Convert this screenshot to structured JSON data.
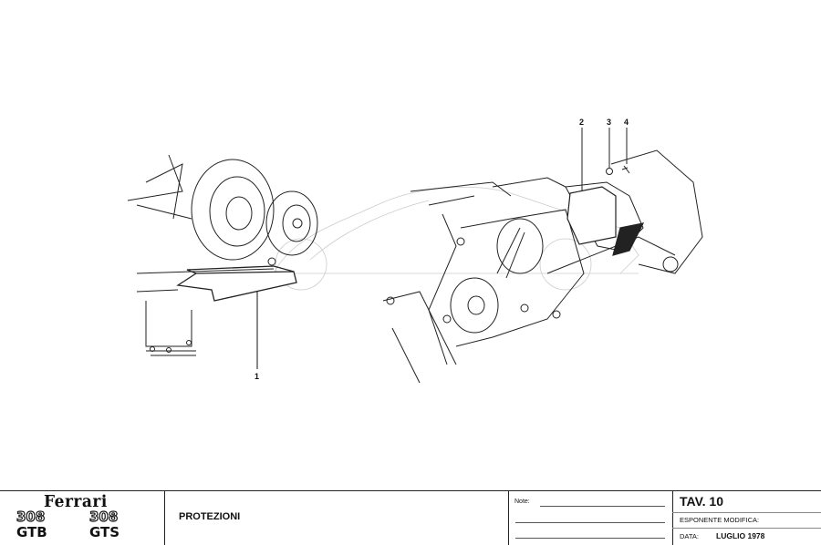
{
  "drawing": {
    "callouts": [
      "1",
      "2",
      "3",
      "4"
    ]
  },
  "title_block": {
    "logo": {
      "brand": "Ferrari",
      "models": [
        {
          "number": "308",
          "variant": "GTB"
        },
        {
          "number": "308",
          "variant": "GTS"
        }
      ]
    },
    "title": "PROTEZIONI",
    "notes_label": "Note:",
    "tav": "TAV. 10",
    "esponente_modifica": "ESPONENTE MODIFICA:",
    "data_label": "DATA:",
    "data_value": "LUGLIO 1978"
  }
}
